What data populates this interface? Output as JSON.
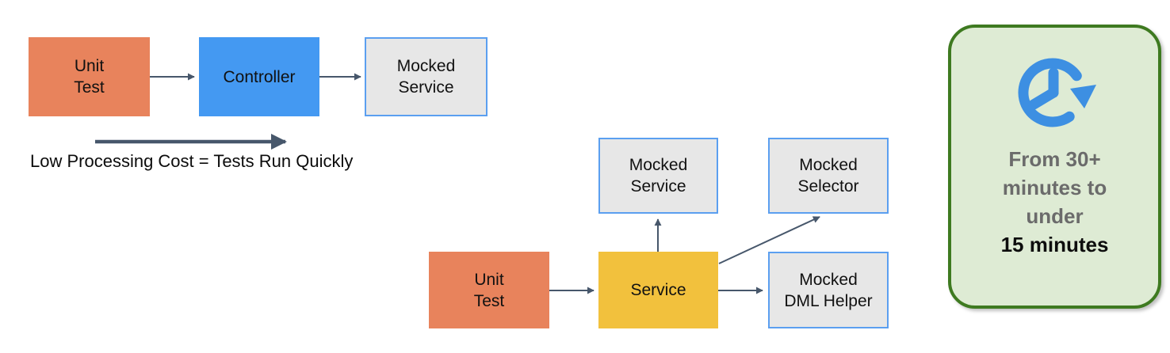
{
  "colors": {
    "orange": "#e8835c",
    "blue": "#4499f2",
    "yellow": "#f2c13d",
    "box_gray": "#e7e7e7",
    "box_border": "#5b9ff0",
    "arrow": "#47576b",
    "card_bg": "#deebd4",
    "card_border": "#3e7a20",
    "icon_blue": "#3d8fe2",
    "text_gray": "#6b6b6b"
  },
  "diagram_top": {
    "unit_test": "Unit\nTest",
    "controller": "Controller",
    "mocked_service": "Mocked\nService",
    "caption": "Low Processing Cost = Tests Run Quickly"
  },
  "diagram_bottom": {
    "unit_test": "Unit\nTest",
    "service": "Service",
    "mocked_service": "Mocked\nService",
    "mocked_selector": "Mocked\nSelector",
    "mocked_dml_helper": "Mocked\nDML Helper"
  },
  "callout": {
    "icon": "history-clock-icon",
    "lines": [
      "From 30+",
      "minutes to",
      "under"
    ],
    "emphasis": "15 minutes"
  }
}
